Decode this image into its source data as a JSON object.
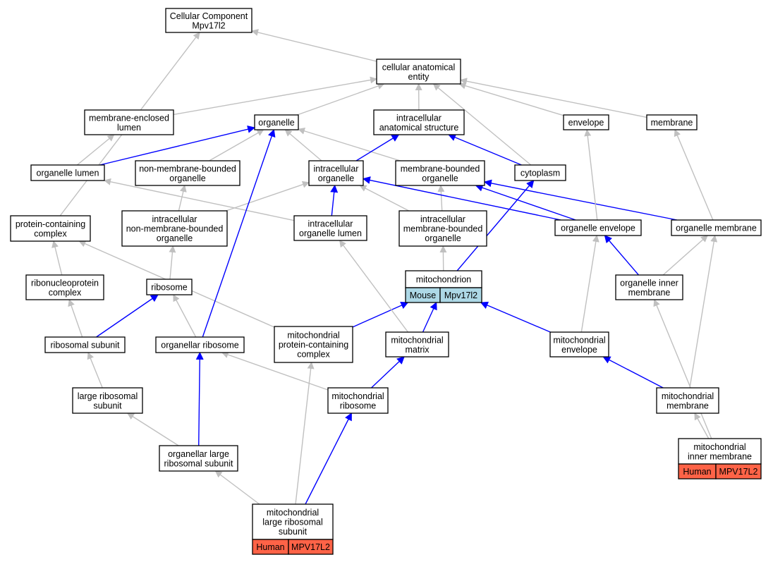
{
  "colors": {
    "edge_grey": "#c0c0c0",
    "edge_blue": "#0000ff",
    "mouse_tag": "#add8e6",
    "human_tag": "#ff6347"
  },
  "nodes": [
    {
      "id": "cc",
      "lines": [
        "Cellular Component",
        "Mpv17l2"
      ]
    },
    {
      "id": "cae",
      "lines": [
        "cellular anatomical",
        "entity"
      ]
    },
    {
      "id": "mel",
      "lines": [
        "membrane-enclosed",
        "lumen"
      ]
    },
    {
      "id": "organelle",
      "lines": [
        "organelle"
      ]
    },
    {
      "id": "ias",
      "lines": [
        "intracellular",
        "anatomical structure"
      ]
    },
    {
      "id": "envelope",
      "lines": [
        "envelope"
      ]
    },
    {
      "id": "membrane",
      "lines": [
        "membrane"
      ]
    },
    {
      "id": "ol",
      "lines": [
        "organelle lumen"
      ]
    },
    {
      "id": "nmbo",
      "lines": [
        "non-membrane-bounded",
        "organelle"
      ]
    },
    {
      "id": "io",
      "lines": [
        "intracellular",
        "organelle"
      ]
    },
    {
      "id": "mbo",
      "lines": [
        "membrane-bounded",
        "organelle"
      ]
    },
    {
      "id": "cyto",
      "lines": [
        "cytoplasm"
      ]
    },
    {
      "id": "pcc",
      "lines": [
        "protein-containing",
        "complex"
      ]
    },
    {
      "id": "inmbo",
      "lines": [
        "intracellular",
        "non-membrane-bounded",
        "organelle"
      ]
    },
    {
      "id": "iol",
      "lines": [
        "intracellular",
        "organelle lumen"
      ]
    },
    {
      "id": "imbo",
      "lines": [
        "intracellular",
        "membrane-bounded",
        "organelle"
      ]
    },
    {
      "id": "oe",
      "lines": [
        "organelle envelope"
      ]
    },
    {
      "id": "om",
      "lines": [
        "organelle membrane"
      ]
    },
    {
      "id": "rnpc",
      "lines": [
        "ribonucleoprotein",
        "complex"
      ]
    },
    {
      "id": "ribo",
      "lines": [
        "ribosome"
      ]
    },
    {
      "id": "mito",
      "lines": [
        "mitochondrion"
      ],
      "tag": {
        "species": "Mouse",
        "gene": "Mpv17l2",
        "color": "#add8e6"
      }
    },
    {
      "id": "oim",
      "lines": [
        "organelle inner",
        "membrane"
      ]
    },
    {
      "id": "rs",
      "lines": [
        "ribosomal subunit"
      ]
    },
    {
      "id": "oribo",
      "lines": [
        "organellar ribosome"
      ]
    },
    {
      "id": "mpcc",
      "lines": [
        "mitochondrial",
        "protein-containing",
        "complex"
      ]
    },
    {
      "id": "mm",
      "lines": [
        "mitochondrial",
        "matrix"
      ]
    },
    {
      "id": "menv",
      "lines": [
        "mitochondrial",
        "envelope"
      ]
    },
    {
      "id": "lrs",
      "lines": [
        "large ribosomal",
        "subunit"
      ]
    },
    {
      "id": "mribo",
      "lines": [
        "mitochondrial",
        "ribosome"
      ]
    },
    {
      "id": "mmem",
      "lines": [
        "mitochondrial",
        "membrane"
      ]
    },
    {
      "id": "olrs",
      "lines": [
        "organellar large",
        "ribosomal subunit"
      ]
    },
    {
      "id": "mim",
      "lines": [
        "mitochondrial",
        "inner membrane"
      ],
      "tag": {
        "species": "Human",
        "gene": "MPV17L2",
        "color": "#ff6347"
      }
    },
    {
      "id": "mlrs",
      "lines": [
        "mitochondrial",
        "large ribosomal",
        "subunit"
      ],
      "tag": {
        "species": "Human",
        "gene": "MPV17L2",
        "color": "#ff6347"
      }
    }
  ],
  "edges": [
    {
      "from": "cae",
      "to": "cc",
      "kind": "grey"
    },
    {
      "from": "pcc",
      "to": "cc",
      "kind": "grey"
    },
    {
      "from": "mel",
      "to": "cae",
      "kind": "grey"
    },
    {
      "from": "organelle",
      "to": "cae",
      "kind": "grey"
    },
    {
      "from": "ias",
      "to": "cae",
      "kind": "grey"
    },
    {
      "from": "cyto",
      "to": "cae",
      "kind": "grey"
    },
    {
      "from": "envelope",
      "to": "cae",
      "kind": "grey"
    },
    {
      "from": "membrane",
      "to": "cae",
      "kind": "grey"
    },
    {
      "from": "ol",
      "to": "mel",
      "kind": "grey"
    },
    {
      "from": "ol",
      "to": "organelle",
      "kind": "blue"
    },
    {
      "from": "nmbo",
      "to": "organelle",
      "kind": "grey"
    },
    {
      "from": "io",
      "to": "organelle",
      "kind": "grey"
    },
    {
      "from": "mbo",
      "to": "organelle",
      "kind": "grey"
    },
    {
      "from": "io",
      "to": "ias",
      "kind": "blue"
    },
    {
      "from": "cyto",
      "to": "ias",
      "kind": "blue"
    },
    {
      "from": "inmbo",
      "to": "nmbo",
      "kind": "grey"
    },
    {
      "from": "inmbo",
      "to": "io",
      "kind": "grey"
    },
    {
      "from": "iol",
      "to": "ol",
      "kind": "grey"
    },
    {
      "from": "iol",
      "to": "io",
      "kind": "blue"
    },
    {
      "from": "imbo",
      "to": "io",
      "kind": "grey"
    },
    {
      "from": "imbo",
      "to": "mbo",
      "kind": "grey"
    },
    {
      "from": "oe",
      "to": "io",
      "kind": "blue"
    },
    {
      "from": "oe",
      "to": "mbo",
      "kind": "blue"
    },
    {
      "from": "om",
      "to": "mbo",
      "kind": "blue"
    },
    {
      "from": "oe",
      "to": "envelope",
      "kind": "grey"
    },
    {
      "from": "om",
      "to": "membrane",
      "kind": "grey"
    },
    {
      "from": "rnpc",
      "to": "pcc",
      "kind": "grey"
    },
    {
      "from": "mpcc",
      "to": "pcc",
      "kind": "grey"
    },
    {
      "from": "ribo",
      "to": "inmbo",
      "kind": "grey"
    },
    {
      "from": "mito",
      "to": "imbo",
      "kind": "grey"
    },
    {
      "from": "mito",
      "to": "cyto",
      "kind": "blue"
    },
    {
      "from": "oim",
      "to": "oe",
      "kind": "blue"
    },
    {
      "from": "oim",
      "to": "om",
      "kind": "grey"
    },
    {
      "from": "rs",
      "to": "rnpc",
      "kind": "grey"
    },
    {
      "from": "rs",
      "to": "ribo",
      "kind": "blue"
    },
    {
      "from": "oribo",
      "to": "ribo",
      "kind": "grey"
    },
    {
      "from": "oribo",
      "to": "organelle",
      "kind": "blue"
    },
    {
      "from": "mpcc",
      "to": "mito",
      "kind": "blue"
    },
    {
      "from": "mm",
      "to": "mito",
      "kind": "blue"
    },
    {
      "from": "menv",
      "to": "mito",
      "kind": "blue"
    },
    {
      "from": "mm",
      "to": "iol",
      "kind": "grey"
    },
    {
      "from": "menv",
      "to": "oe",
      "kind": "grey"
    },
    {
      "from": "lrs",
      "to": "rs",
      "kind": "grey"
    },
    {
      "from": "mribo",
      "to": "oribo",
      "kind": "grey"
    },
    {
      "from": "mribo",
      "to": "mm",
      "kind": "blue"
    },
    {
      "from": "mmem",
      "to": "menv",
      "kind": "blue"
    },
    {
      "from": "mmem",
      "to": "om",
      "kind": "grey"
    },
    {
      "from": "olrs",
      "to": "lrs",
      "kind": "grey"
    },
    {
      "from": "olrs",
      "to": "oribo",
      "kind": "blue"
    },
    {
      "from": "mim",
      "to": "mmem",
      "kind": "grey"
    },
    {
      "from": "mim",
      "to": "oim",
      "kind": "grey"
    },
    {
      "from": "mlrs",
      "to": "olrs",
      "kind": "grey"
    },
    {
      "from": "mlrs",
      "to": "mribo",
      "kind": "blue"
    },
    {
      "from": "mlrs",
      "to": "mpcc",
      "kind": "grey"
    }
  ]
}
